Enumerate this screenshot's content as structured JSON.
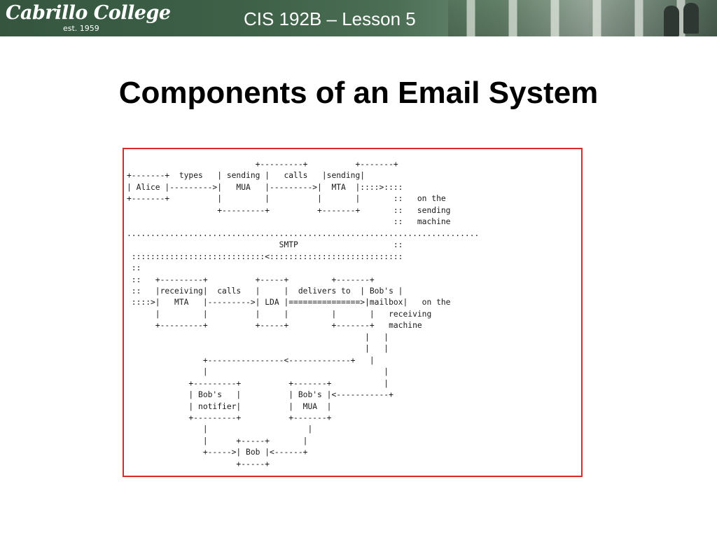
{
  "header": {
    "logo_text": "Cabrillo College",
    "logo_subtext": "est. 1959",
    "course_title": "CIS 192B – Lesson 5"
  },
  "slide": {
    "title": "Components of an Email System"
  },
  "diagram": {
    "ascii_art": "                           +---------+          +-------+\n+-------+  types   | sending |   calls   |sending|\n| Alice |--------->|   MUA   |--------->|  MTA  |::::>::::\n+-------+          |         |          |       |       ::   on the\n                   +---------+          +-------+       ::   sending\n                                                        ::   machine\n..........................................................................\n                                SMTP                    ::\n ::::::::::::::::::::::::::::<::::::::::::::::::::::::::::\n ::\n ::   +---------+          +-----+         +-------+\n ::   |receiving|  calls   |     |  delivers to  | Bob's |\n ::::>|   MTA   |--------->| LDA |===============>|mailbox|   on the\n      |         |          |     |         |       |   receiving\n      +---------+          +-----+         +-------+   machine\n                                                  |   |\n                                                  |   |\n                +----------------<-------------+   |\n                |                                     |\n             +---------+          +-------+           |\n             | Bob's   |          | Bob's |<-----------+\n             | notifier|          |  MUA  |\n             +---------+          +-------+\n                |                     |\n                |      +-----+       |\n                +----->| Bob |<------+\n                       +-----+"
  },
  "colors": {
    "header_bg": "#3e6148",
    "frame_border": "#d9292c",
    "title_text": "#000000"
  }
}
